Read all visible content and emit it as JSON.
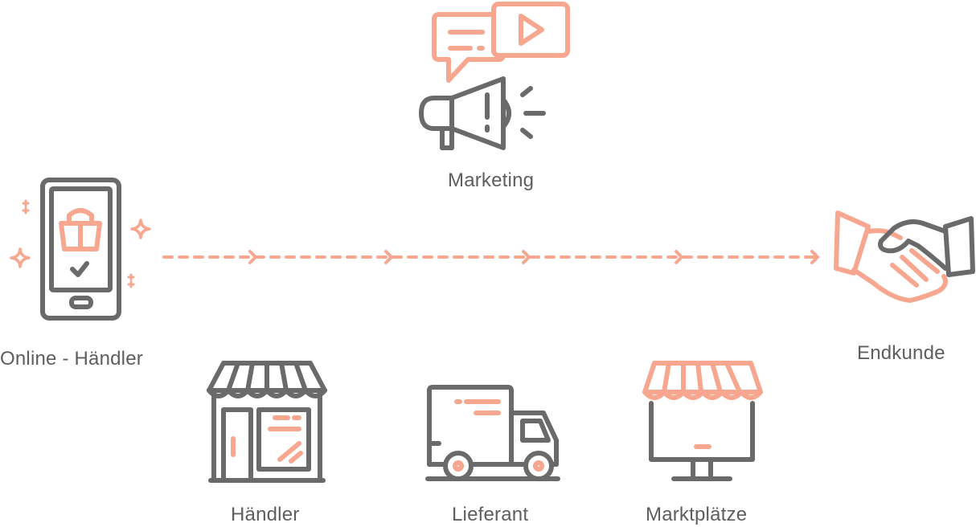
{
  "colors": {
    "accent": "#f7a78f",
    "ink": "#6a6a6a",
    "label": "#5e5e5e"
  },
  "nodes": {
    "online_haendler": {
      "label": "Online - Händler",
      "icon": "smartphone-shopping-icon"
    },
    "marketing": {
      "label": "Marketing",
      "icon": "megaphone-icon"
    },
    "endkunde": {
      "label": "Endkunde",
      "icon": "handshake-icon"
    },
    "haendler": {
      "label": "Händler",
      "icon": "storefront-icon"
    },
    "lieferant": {
      "label": "Lieferant",
      "icon": "delivery-truck-icon"
    },
    "marktplaetze": {
      "label": "Marktplätze",
      "icon": "online-marketplace-icon"
    }
  },
  "flow": {
    "from": "online_haendler",
    "to": "endkunde",
    "style": "dashed-arrow"
  }
}
